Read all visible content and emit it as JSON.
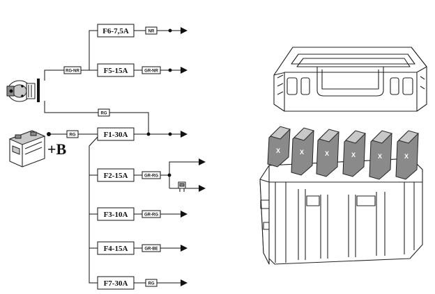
{
  "supply_label": "+B",
  "fuses": {
    "f6": "F6-7,5A",
    "f5": "F5-15A",
    "f1": "F1-30A",
    "f2": "F2-15A",
    "f3": "F3-10A",
    "f4": "F4-15A",
    "f7": "F7-30A"
  },
  "wires": {
    "f6_out": "NR",
    "f5_out": "GR-NR",
    "switch_to_f5": "RG-NR",
    "switch_to_f1": "RG",
    "battery_to_f1": "RG",
    "f2_out": "GR-RG",
    "f3_out": "GR-RG",
    "f4_out": "GR-BE",
    "f7_out": "RG"
  }
}
